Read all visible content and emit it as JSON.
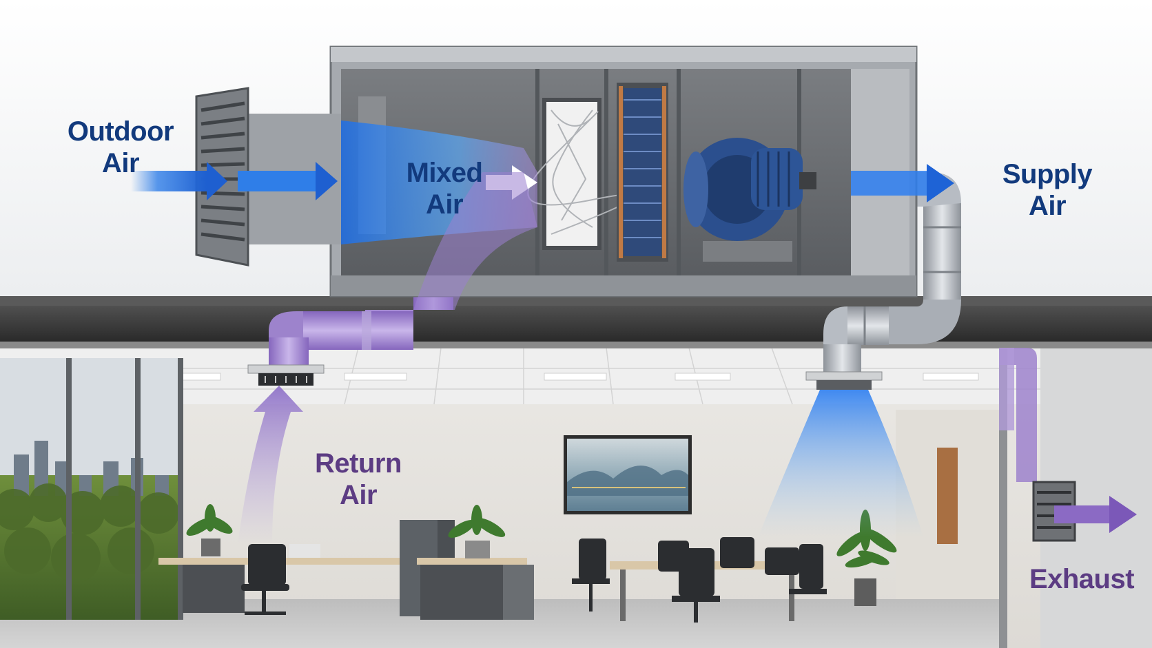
{
  "labels": {
    "outdoor_air": [
      "Outdoor",
      "Air"
    ],
    "mixed_air": [
      "Mixed",
      "Air"
    ],
    "supply_air": [
      "Supply",
      "Air"
    ],
    "return_air": [
      "Return",
      "Air"
    ],
    "exhaust": "Exhaust"
  },
  "colors": {
    "label_blue": "#123a7d",
    "label_purple": "#5c3c83",
    "outdoor_airflow": "#2f7ee8",
    "return_airflow": "#9b7fcf",
    "supply_duct": "#b7bcc3",
    "return_duct": "#a58bd2",
    "roof": "#3a3a3a",
    "unit_frame": "#9a9ea3",
    "unit_interior": "#6a6d71",
    "blower": "#2b4f8e",
    "wall": "#e6e4e0",
    "floor": "#c9c9c9",
    "sky": "#f2f3f4"
  },
  "icons": [
    "louver-icon",
    "filter-icon",
    "coil-icon",
    "blower-icon",
    "diffuser-icon",
    "exhaust-grille-icon",
    "office-chair-icon",
    "plant-icon",
    "window-icon",
    "painting-icon"
  ]
}
